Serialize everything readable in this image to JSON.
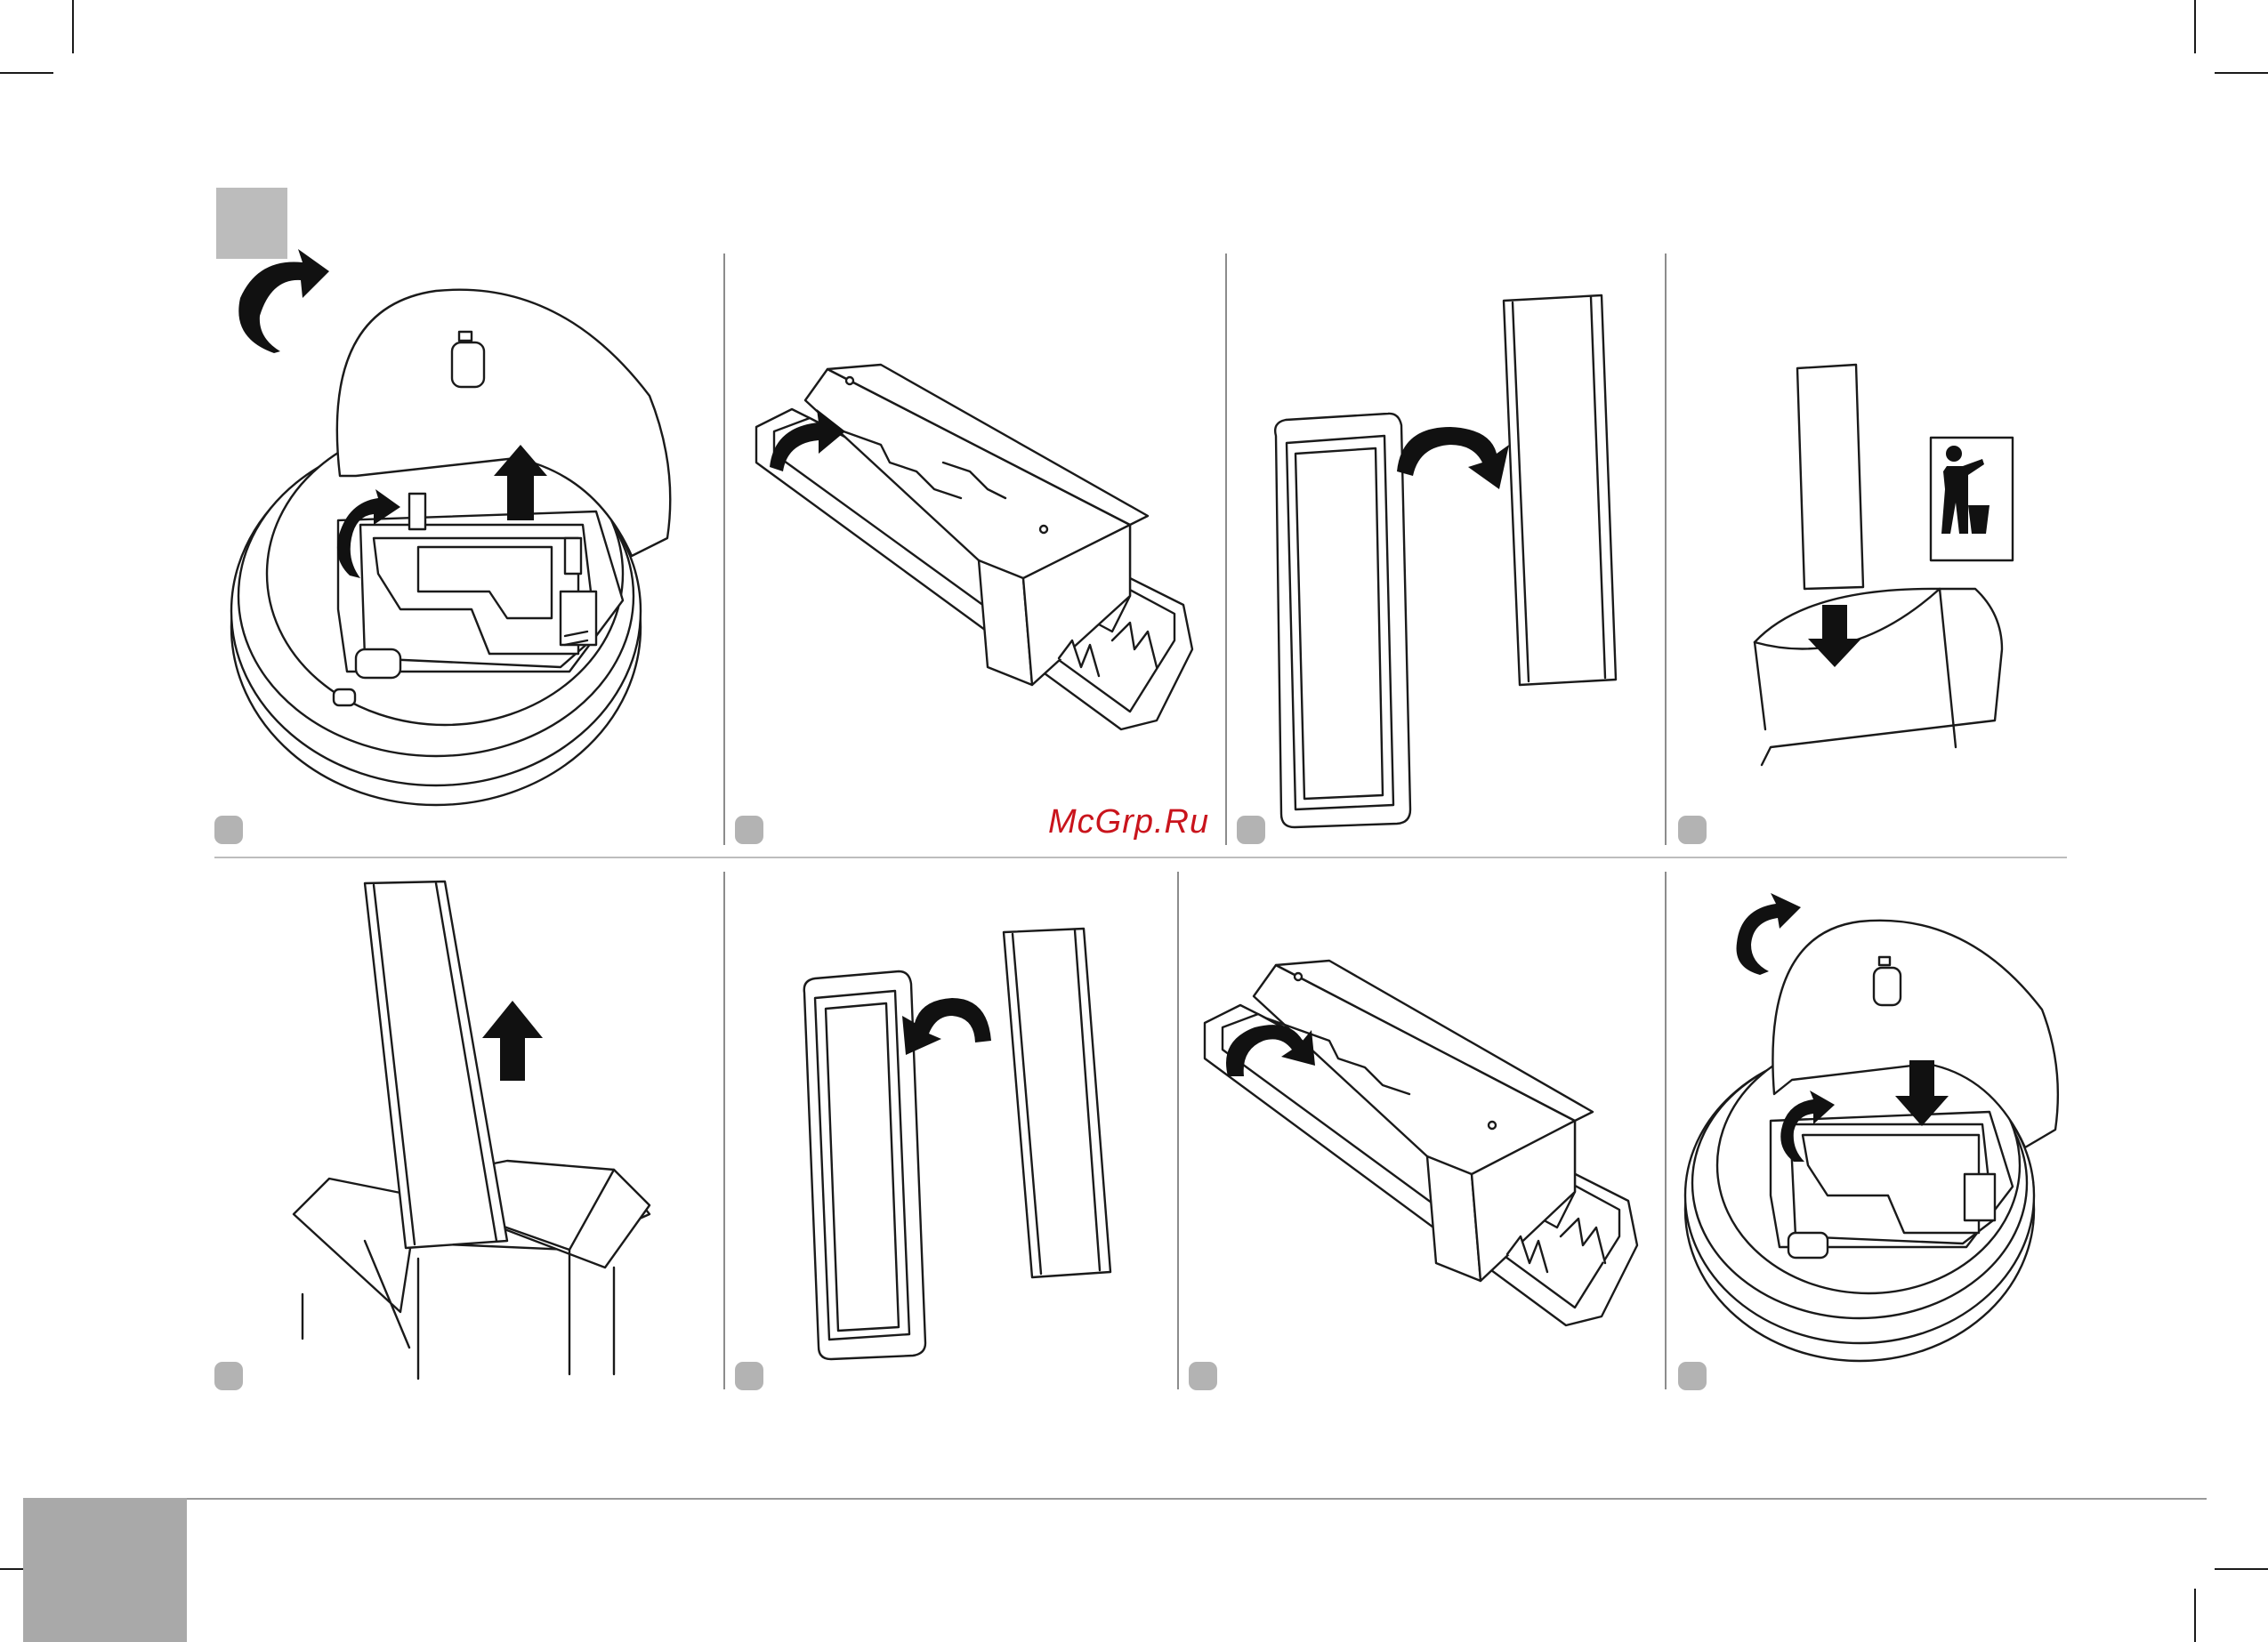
{
  "watermark": {
    "text": "McGrp.Ru",
    "color": "#c9141c"
  },
  "colors": {
    "badge": "#b3b3b3",
    "header_square": "#bcbcbc",
    "footer_block": "#a9a9a9",
    "line": "#1a1a1a"
  },
  "steps": [
    {
      "row": 1,
      "col": 1,
      "depicts": "robot-lid-open-icon"
    },
    {
      "row": 1,
      "col": 2,
      "depicts": "dustbin-open-icon"
    },
    {
      "row": 1,
      "col": 3,
      "depicts": "filter-remove-icon"
    },
    {
      "row": 1,
      "col": 4,
      "depicts": "filter-dispose-icon"
    },
    {
      "row": 2,
      "col": 1,
      "depicts": "new-filter-unbox-icon"
    },
    {
      "row": 2,
      "col": 2,
      "depicts": "filter-insert-icon"
    },
    {
      "row": 2,
      "col": 3,
      "depicts": "dustbin-close-icon"
    },
    {
      "row": 2,
      "col": 4,
      "depicts": "robot-lid-close-icon"
    }
  ]
}
